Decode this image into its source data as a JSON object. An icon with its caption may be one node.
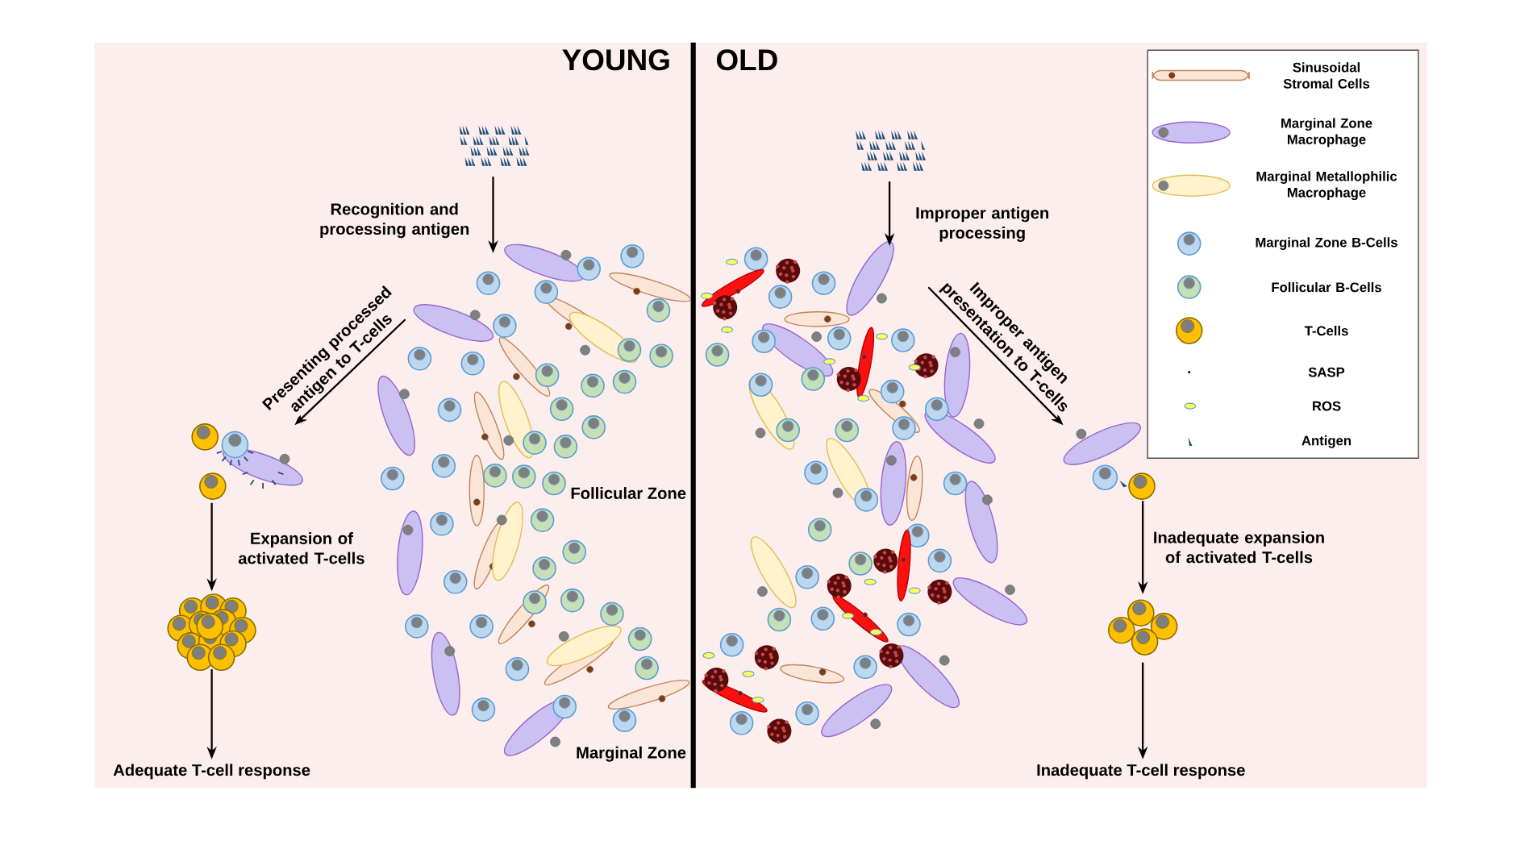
{
  "diagram": {
    "nodes": [
      {
        "text": [],
        "shape": "picture"
      },
      {
        "text": [],
        "shape": "picture"
      },
      {
        "text": [],
        "shape": "picture"
      },
      {
        "text": [],
        "shape": "picture"
      },
      {
        "text": [
          "Adequate T-cell response"
        ]
      },
      {
        "text": [],
        "shape": "picture"
      },
      {
        "text": [],
        "shape": "picture"
      },
      {
        "text": [],
        "shape": "picture"
      },
      {
        "text": [],
        "shape": "picture"
      },
      {
        "text": [
          "Inadequate T-cell response"
        ]
      }
    ],
    "edges": [
      {
        "from": 0,
        "to": 1,
        "arrow": "to",
        "label": "Recognition and processing antigen"
      },
      {
        "from": 1,
        "to": 2,
        "arrow": "to",
        "label": "Presenting processed antigen to T-cells"
      },
      {
        "from": 2,
        "to": 3,
        "arrow": "to",
        "label": "Expansion of activated T-cells"
      },
      {
        "from": 3,
        "to": 4,
        "arrow": "to"
      },
      {
        "from": 5,
        "to": 6,
        "arrow": "to",
        "label": "Improper antigen processing"
      },
      {
        "from": 6,
        "to": 7,
        "arrow": "to",
        "label": "Improper antigen presentation to T-cells"
      },
      {
        "from": 7,
        "to": 8,
        "arrow": "to",
        "label": "Inadequate expansion of activated T-cells"
      },
      {
        "from": 8,
        "to": 9,
        "arrow": "to"
      }
    ],
    "labels": [
      "YOUNG",
      "OLD",
      "Follicular Zone",
      "Marginal Zone"
    ],
    "legend": [
      {
        "text": "Sinusoidal Stromal Cells"
      },
      {
        "text": "Marginal Zone Macrophage"
      },
      {
        "text": "Marginal Metallophilic Macrophage"
      },
      {
        "text": "Marginal Zone B-Cells"
      },
      {
        "text": "Follicular B-Cells"
      },
      {
        "text": "T-Cells"
      },
      {
        "text": "SASP"
      },
      {
        "text": "ROS"
      },
      {
        "text": "Antigen"
      }
    ]
  }
}
